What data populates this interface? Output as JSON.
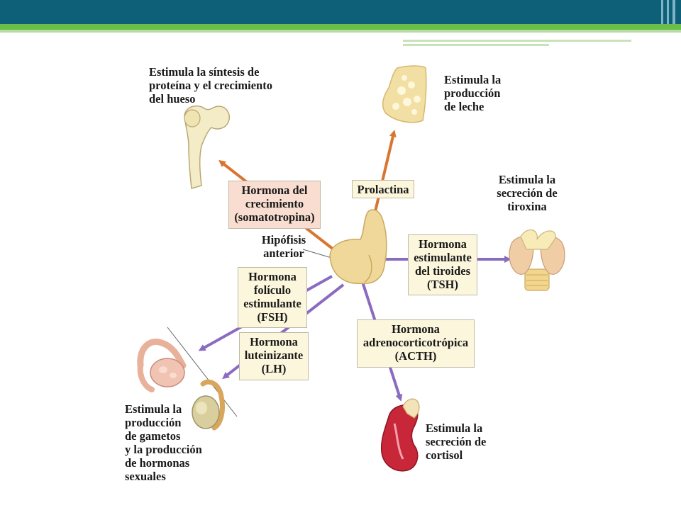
{
  "diagram": {
    "center": {
      "name": [
        "Hipófisis",
        "anterior"
      ]
    },
    "hormones": [
      {
        "id": "gh",
        "lines": [
          "Hormona del",
          "crecimiento",
          "(somatotropina)"
        ]
      },
      {
        "id": "prl",
        "lines": [
          "Prolactina"
        ]
      },
      {
        "id": "tsh",
        "lines": [
          "Hormona",
          "estimulante",
          "del tiroides",
          "(TSH)"
        ]
      },
      {
        "id": "acth",
        "lines": [
          "Hormona",
          "adrenocorticotrópica",
          "(ACTH)"
        ]
      },
      {
        "id": "fsh",
        "lines": [
          "Hormona",
          "folículo",
          "estimulante",
          "(FSH)"
        ]
      },
      {
        "id": "lh",
        "lines": [
          "Hormona",
          "luteinizante",
          "(LH)"
        ]
      }
    ],
    "effects": [
      {
        "id": "gh",
        "lines": [
          "Estimula la síntesis de",
          "proteína y el crecimiento",
          "del hueso"
        ]
      },
      {
        "id": "prl",
        "lines": [
          "Estimula la",
          "producción",
          "de leche"
        ]
      },
      {
        "id": "tsh",
        "lines": [
          "Estimula la",
          "secreción de",
          "tiroxina"
        ]
      },
      {
        "id": "acth",
        "lines": [
          "Estimula la",
          "secreción de",
          "cortisol"
        ]
      },
      {
        "id": "gonads",
        "lines": [
          "Estimula la",
          "producción",
          "de gametos",
          "y la producción",
          "de hormonas",
          "sexuales"
        ]
      }
    ],
    "colors": {
      "header": "#0e5f78",
      "accent_green": "#6abf4b",
      "arrow_orange": "#d9752f",
      "arrow_purple": "#8a6bc0",
      "box_fill": "#fcf7dc",
      "box_fill_gh": "#f8ddd0",
      "gland": "#f0d79a"
    },
    "icons": [
      "bone-icon",
      "breast-icon",
      "thyroid-icon",
      "adrenal-kidney-icon",
      "ovary-icon",
      "testis-icon",
      "pituitary-icon"
    ]
  }
}
